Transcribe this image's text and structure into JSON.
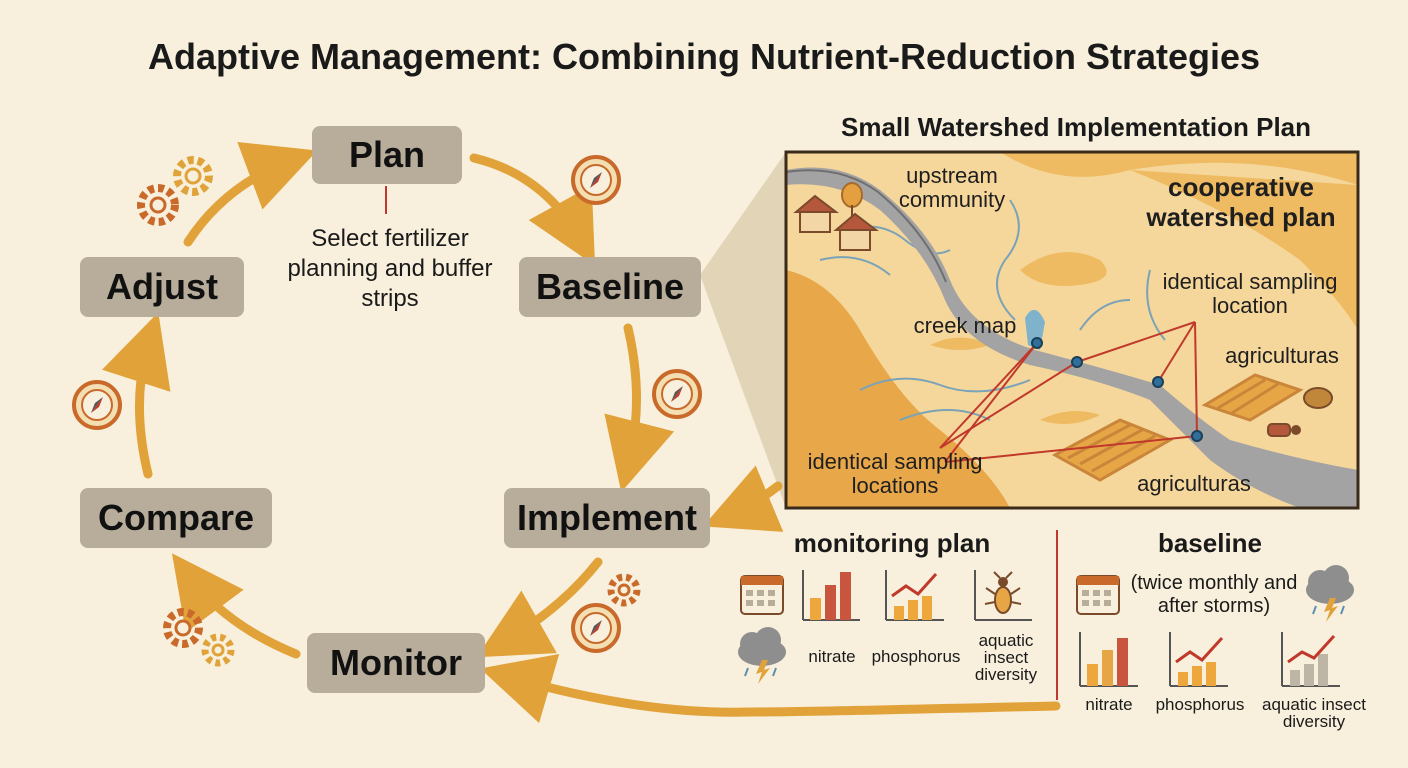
{
  "title": "Adaptive Management: Combining Nutrient-Reduction Strategies",
  "cycle": {
    "plan": "Plan",
    "plan_note": "Select fertilizer planning and buffer strips",
    "baseline": "Baseline",
    "implement": "Implement",
    "monitor": "Monitor",
    "compare": "Compare",
    "adjust": "Adjust"
  },
  "map": {
    "title": "Small Watershed Implementation Plan",
    "upstream": "upstream community",
    "coop": "cooperative watershed plan",
    "creek": "creek map",
    "identical_right": "identical sampling location",
    "identical_left": "identical sampling locations",
    "agri_right": "agriculturas",
    "agri_bottom": "agriculturas"
  },
  "monitoring": {
    "title": "monitoring plan",
    "nitrate": "nitrate",
    "phosphorus": "phosphorus",
    "insect": "aquatic insect diversity"
  },
  "baseline_panel": {
    "title": "baseline",
    "schedule": "(twice monthly and after storms)",
    "nitrate": "nitrate",
    "phosphorus": "phosphorus",
    "insect": "aquatic insect diversity"
  },
  "colors": {
    "background": "#f8f0dc",
    "stage_box": "#b8ad9a",
    "arrow": "#e2a23a",
    "map_dark": "#e8a84a",
    "map_light": "#f6d79b",
    "river": "#a3a3a3",
    "sample_line": "#c0392b",
    "bar_dark": "#c8553d",
    "bar_light": "#eea73c"
  },
  "icons": [
    "gear-icon",
    "compass-icon",
    "calendar-icon",
    "bar-chart-icon",
    "line-chart-icon",
    "insect-icon",
    "storm-cloud-icon",
    "house-icon",
    "tree-icon",
    "cow-icon"
  ]
}
